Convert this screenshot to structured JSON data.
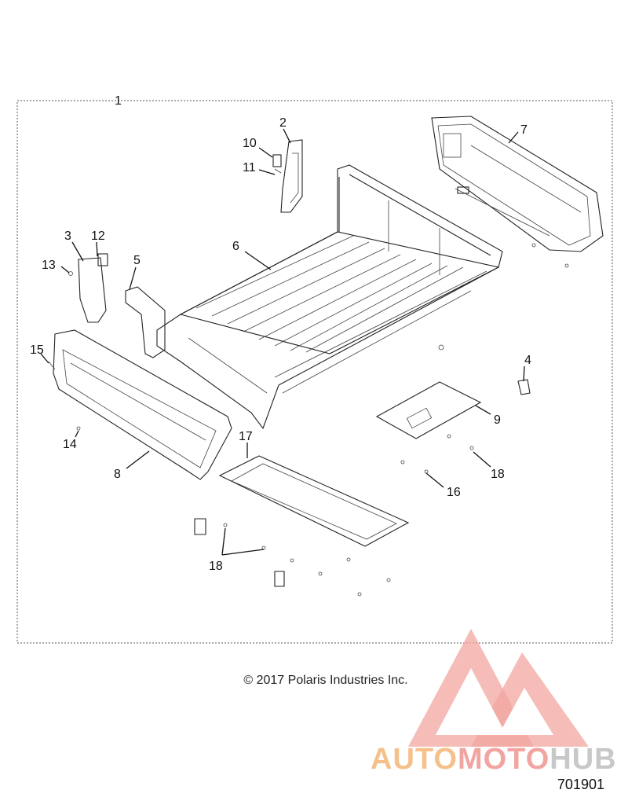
{
  "callouts": [
    "1",
    "2",
    "3",
    "4",
    "5",
    "6",
    "7",
    "8",
    "9",
    "10",
    "11",
    "12",
    "13",
    "14",
    "15",
    "16",
    "17",
    "18",
    "18"
  ],
  "copyright": "© 2017 Polaris Industries Inc.",
  "diagram_number": "701901",
  "watermark": {
    "part1": "AUTO",
    "part2": "MOTO",
    "part3": "HUB",
    "colors": [
      "#f5c08a",
      "#f2a5a0",
      "#c8c8c8"
    ]
  }
}
